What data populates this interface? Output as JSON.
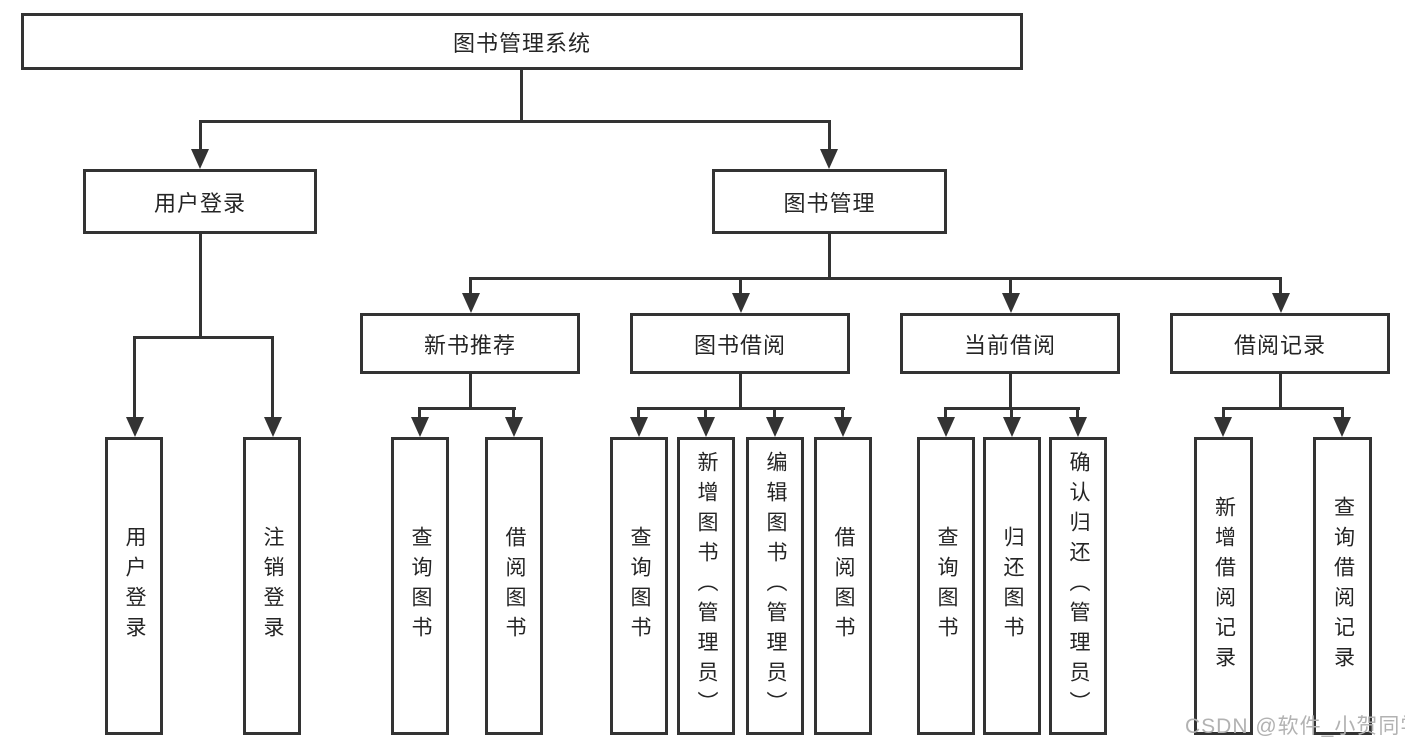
{
  "diagram_type": "hierarchy-tree",
  "colors": {
    "background": "#ffffff",
    "line": "#333333",
    "text": "#252525",
    "watermark": "#b2b2b2"
  },
  "tree": {
    "label": "图书管理系统",
    "children": [
      {
        "label": "用户登录",
        "children": [
          {
            "label": "用户登录"
          },
          {
            "label": "注销登录"
          }
        ]
      },
      {
        "label": "图书管理",
        "children": [
          {
            "label": "新书推荐",
            "children": [
              {
                "label": "查询图书"
              },
              {
                "label": "借阅图书"
              }
            ]
          },
          {
            "label": "图书借阅",
            "children": [
              {
                "label": "查询图书"
              },
              {
                "label": "新增图书（管理员）"
              },
              {
                "label": "编辑图书（管理员）"
              },
              {
                "label": "借阅图书"
              }
            ]
          },
          {
            "label": "当前借阅",
            "children": [
              {
                "label": "查询图书"
              },
              {
                "label": "归还图书"
              },
              {
                "label": "确认归还（管理员）"
              }
            ]
          },
          {
            "label": "借阅记录",
            "children": [
              {
                "label": "新增借阅记录"
              },
              {
                "label": "查询借阅记录"
              }
            ]
          }
        ]
      }
    ]
  },
  "watermark": {
    "text": "CSDN @软件_小贺同学"
  }
}
